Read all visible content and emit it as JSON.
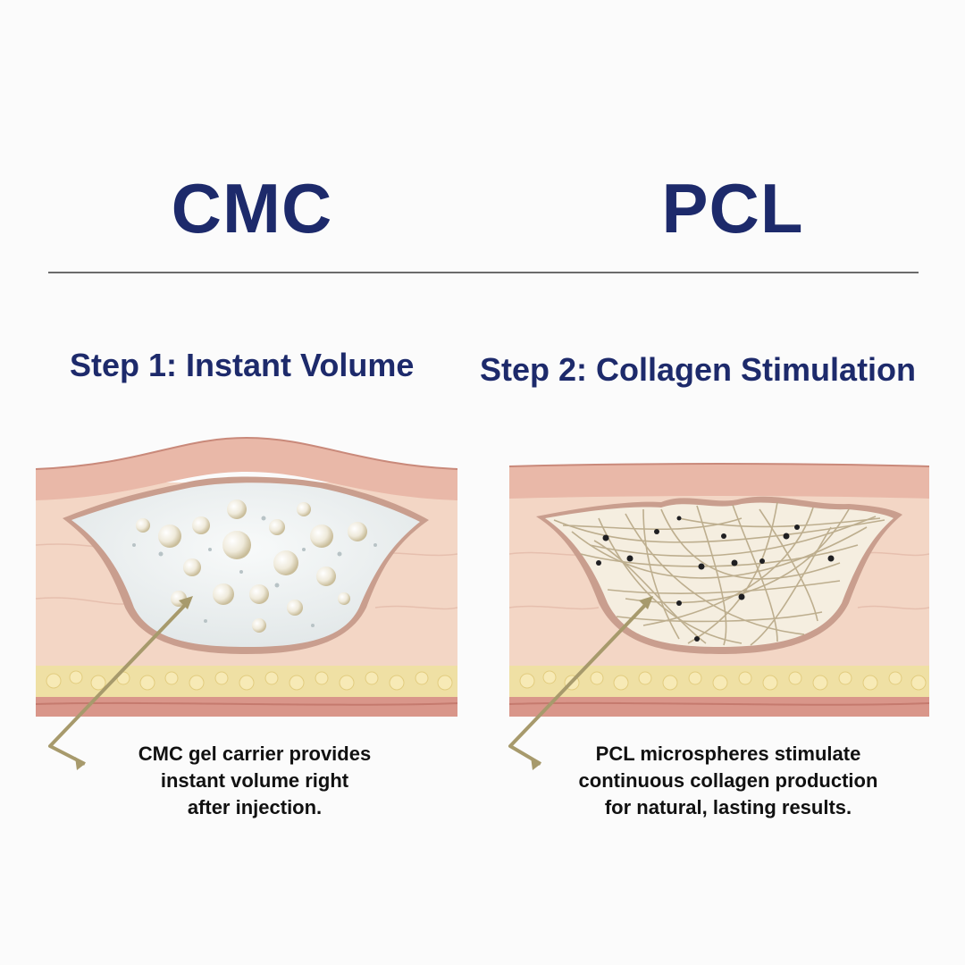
{
  "headings": {
    "left": "CMC",
    "right": "PCL"
  },
  "steps": {
    "left": "Step 1: Instant Volume",
    "right": "Step 2: Collagen Stimulation"
  },
  "captions": {
    "left": [
      "CMC gel carrier provides",
      "instant volume right",
      "after injection."
    ],
    "right": [
      "PCL microspheres stimulate",
      "continuous collagen production",
      "for natural, lasting results."
    ]
  },
  "colors": {
    "heading": "#1d2a6b",
    "skin_top": "#e9b8a8",
    "dermis": "#f3d6c5",
    "fat": "#efe0a4",
    "muscle": "#d9968a",
    "gel": "#eef1f1",
    "fiber": "#b7a886",
    "arrow": "#a79a6c"
  },
  "icons": {
    "pointer": "bent-arrow-icon"
  }
}
